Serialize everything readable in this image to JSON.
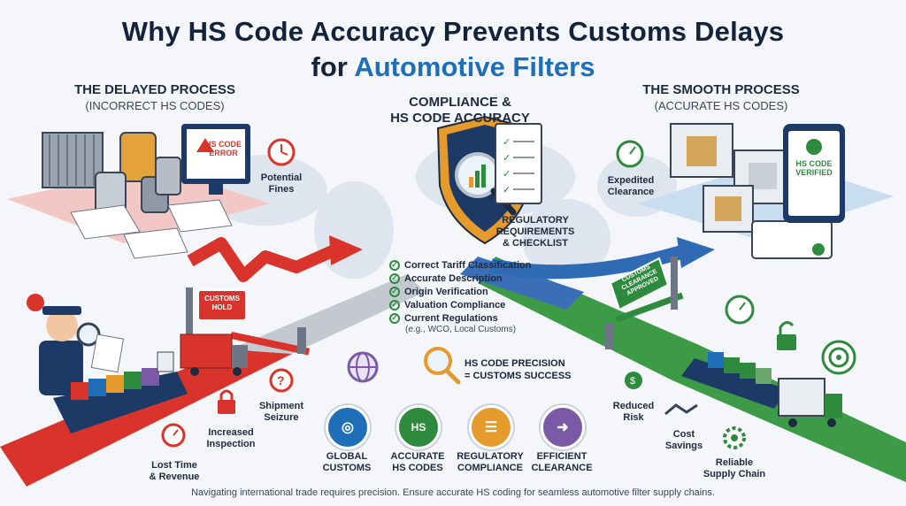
{
  "title": {
    "line1": "Why HS Code Accuracy Prevents Customs Delays",
    "line2_prefix": "for ",
    "line2_highlight": "Automotive Filters"
  },
  "delayed": {
    "title": "THE DELAYED PROCESS",
    "subtitle": "(INCORRECT HS CODES)"
  },
  "smooth": {
    "title": "THE SMOOTH PROCESS",
    "subtitle": "(ACCURATE HS CODES)"
  },
  "compliance": {
    "title_line1": "COMPLIANCE &",
    "title_line2": "HS CODE ACCURACY"
  },
  "monitor_left": {
    "line1": "HS CODE",
    "line2": "ERROR"
  },
  "monitor_right": {
    "line1": "HS CODE",
    "line2": "VERIFIED"
  },
  "fines": {
    "line1": "Potential",
    "line2": "Fines"
  },
  "expedited": {
    "line1": "Expedited",
    "line2": "Clearance"
  },
  "regulatory": {
    "line1": "REGULATORY",
    "line2": "REQUIREMENTS",
    "line3": "& CHECKLIST"
  },
  "checklist": [
    "Correct Tariff Classification",
    "Accurate Description",
    "Origin Verification",
    "Valuation Compliance",
    "Current Regulations"
  ],
  "checklist_note": "(e.g., WCO, Local Customs)",
  "customs_hold": {
    "line1": "CUSTOMS",
    "line2": "HOLD"
  },
  "clearance_sign": {
    "line1": "CUSTOMS",
    "line2": "CLEARANCE",
    "line3": "APPROVED"
  },
  "precision": {
    "line1": "HS CODE PRECISION",
    "line2": "= CUSTOMS SUCCESS"
  },
  "badges": [
    {
      "line1": "GLOBAL",
      "line2": "CUSTOMS"
    },
    {
      "line1": "ACCURATE",
      "line2": "HS CODES",
      "mark": "HS"
    },
    {
      "line1": "REGULATORY",
      "line2": "COMPLIANCE"
    },
    {
      "line1": "EFFICIENT",
      "line2": "CLEARANCE"
    }
  ],
  "delay_items": [
    {
      "line1": "Shipment",
      "line2": "Seizure"
    },
    {
      "line1": "Increased",
      "line2": "Inspection"
    },
    {
      "line1": "Lost Time",
      "line2": "& Revenue"
    }
  ],
  "benefit_items": [
    {
      "line1": "Reduced",
      "line2": "Risk"
    },
    {
      "line1": "Cost",
      "line2": "Savings"
    },
    {
      "line1": "Reliable",
      "line2": "Supply Chain"
    }
  ],
  "footer": "Navigating international trade requires precision. Ensure accurate HS coding for seamless automotive filter supply chains.",
  "colors": {
    "red": "#d9342b",
    "blue": "#1e6fb8",
    "green": "#2e8b3e",
    "navy": "#1d3a66",
    "orange": "#e59a2c",
    "purple": "#7a5aa6"
  }
}
